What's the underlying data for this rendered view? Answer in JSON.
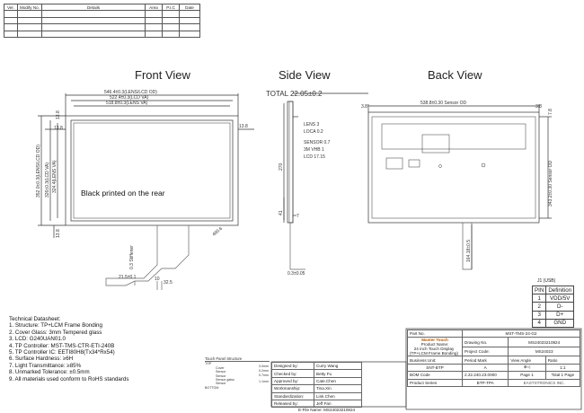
{
  "revision_table": {
    "headers": [
      "Ver.",
      "Modify No.",
      "Details",
      "Area",
      "P.I.C",
      "Date"
    ]
  },
  "views": {
    "front": "Front View",
    "side": "Side View",
    "back": "Back View"
  },
  "front": {
    "dim_outer": "546.4±0.3(LENS/LCD OD)",
    "dim_va_lcd": "522.4±0.3(LCD VA)",
    "dim_va_lens": "518.8±0.3(LENS VA)",
    "margin_left": "13.8",
    "margin_right": "13.8",
    "margin_left_v": "13.8",
    "h_outer": "352.0±0.3(LENS/LCD OD)",
    "h_lcd": "326±0.3(LCD VA)",
    "h_lens": "324.4(LENS VA)",
    "bottom_v": "13.8",
    "note": "Black printed on the rear",
    "fpc_note": "0.3 Stiffener",
    "fpc_w": "21.5±0.1",
    "fpc_10": "10",
    "fpc_325": "32.5",
    "fpc_len": "480.6"
  },
  "side": {
    "total": "TOTAL 22.05±0.2",
    "layers": [
      "LENS 3",
      "LOCA 0.2",
      "SENSOR 0.7",
      "3M VHB 1",
      "LCD 17.15"
    ],
    "h": "270",
    "h2": "41",
    "w7": "7",
    "bottom": "0.3±0.05"
  },
  "back": {
    "left": "3.8",
    "top": "538.8±0.30 Sensor OD",
    "right": "3.8",
    "right_v": "7.8",
    "h": "343.2±0.30 Sensor OD",
    "bottom": "164.18±0.5"
  },
  "j1": {
    "title": "J1 (USB)",
    "headers": [
      "PIN",
      "Definition"
    ],
    "rows": [
      [
        "1",
        "VDD/5V"
      ],
      [
        "2",
        "D-"
      ],
      [
        "3",
        "D+"
      ],
      [
        "4",
        "GND"
      ]
    ]
  },
  "spec": {
    "heading": "Technical Datasheet:",
    "items": [
      "1. Structure: TP+LCM Frame Bonding",
      "2. Cover Glass: 3mm Tempered glass",
      "3. LCD: G240UAN01.0",
      "4. TP Controller:  MST-TMS-CTR-ETI-240B",
      "5. TP Controller IC: EETI80H8(Tx34*Rx54)",
      "6. Surface Hardness: ≥6H",
      "7. Light Transmittance: ≥85%",
      "8. Unmarked Tolerance: ±0.5mm",
      "9. All materials used conform to RoHS standards"
    ]
  },
  "tps": {
    "title": "Touch Panel Structure",
    "top": "TOP",
    "layers": [
      "Cover",
      "Sensor",
      "Sensor",
      "Sensor galss",
      "Sensor"
    ],
    "bottom": "BOTTOM",
    "dims": [
      "3.0mm",
      "0.2mm",
      "0.7mm",
      "1.1mm"
    ]
  },
  "signoff": [
    [
      "Designed by:",
      "Curry Wang"
    ],
    [
      "Checked by:",
      "Betty Fu"
    ],
    [
      "Approved by:",
      "Cate.Chen"
    ],
    [
      "Workmanship:",
      "Tina.Xin"
    ],
    [
      "Standardization:",
      "Link.Chen"
    ],
    [
      "Released by:",
      "Jeff Fan"
    ]
  ],
  "titleblock": {
    "part_no_label": "Part No.",
    "part_no": "MST-TMS-24-G2",
    "brand": "Master Touch",
    "product_name_label": "Product Name:",
    "product_name": "24 inch Touch Display (TP+LCM Frame Bonding)",
    "drawing_no_label": "Drawing No.",
    "drawing_no": "MS24023210824",
    "project_code_label": "Project Code:",
    "project_code": "MS24023",
    "business_unit_label": "Business Unit:",
    "business_unit": "SNT-BTP",
    "period_mark_label": "Period Mark",
    "period_mark": "A",
    "view_angle_label": "View Angle",
    "ratio_label": "Ratio",
    "ratio": "1:1",
    "bom_code_label": "BOM Code",
    "bom_code": "2.22.240.23.0000",
    "page": "Page 1",
    "total_page": "Total 1 Page",
    "product_series_label": "Product Series",
    "product_series": "BTP-TPA",
    "company": "EASTSTRONICS INC.",
    "file_name": "E-File Name:  MS24023210824"
  },
  "colors": {
    "line": "#333333",
    "fpc": "#666666",
    "dim": "#444444"
  }
}
